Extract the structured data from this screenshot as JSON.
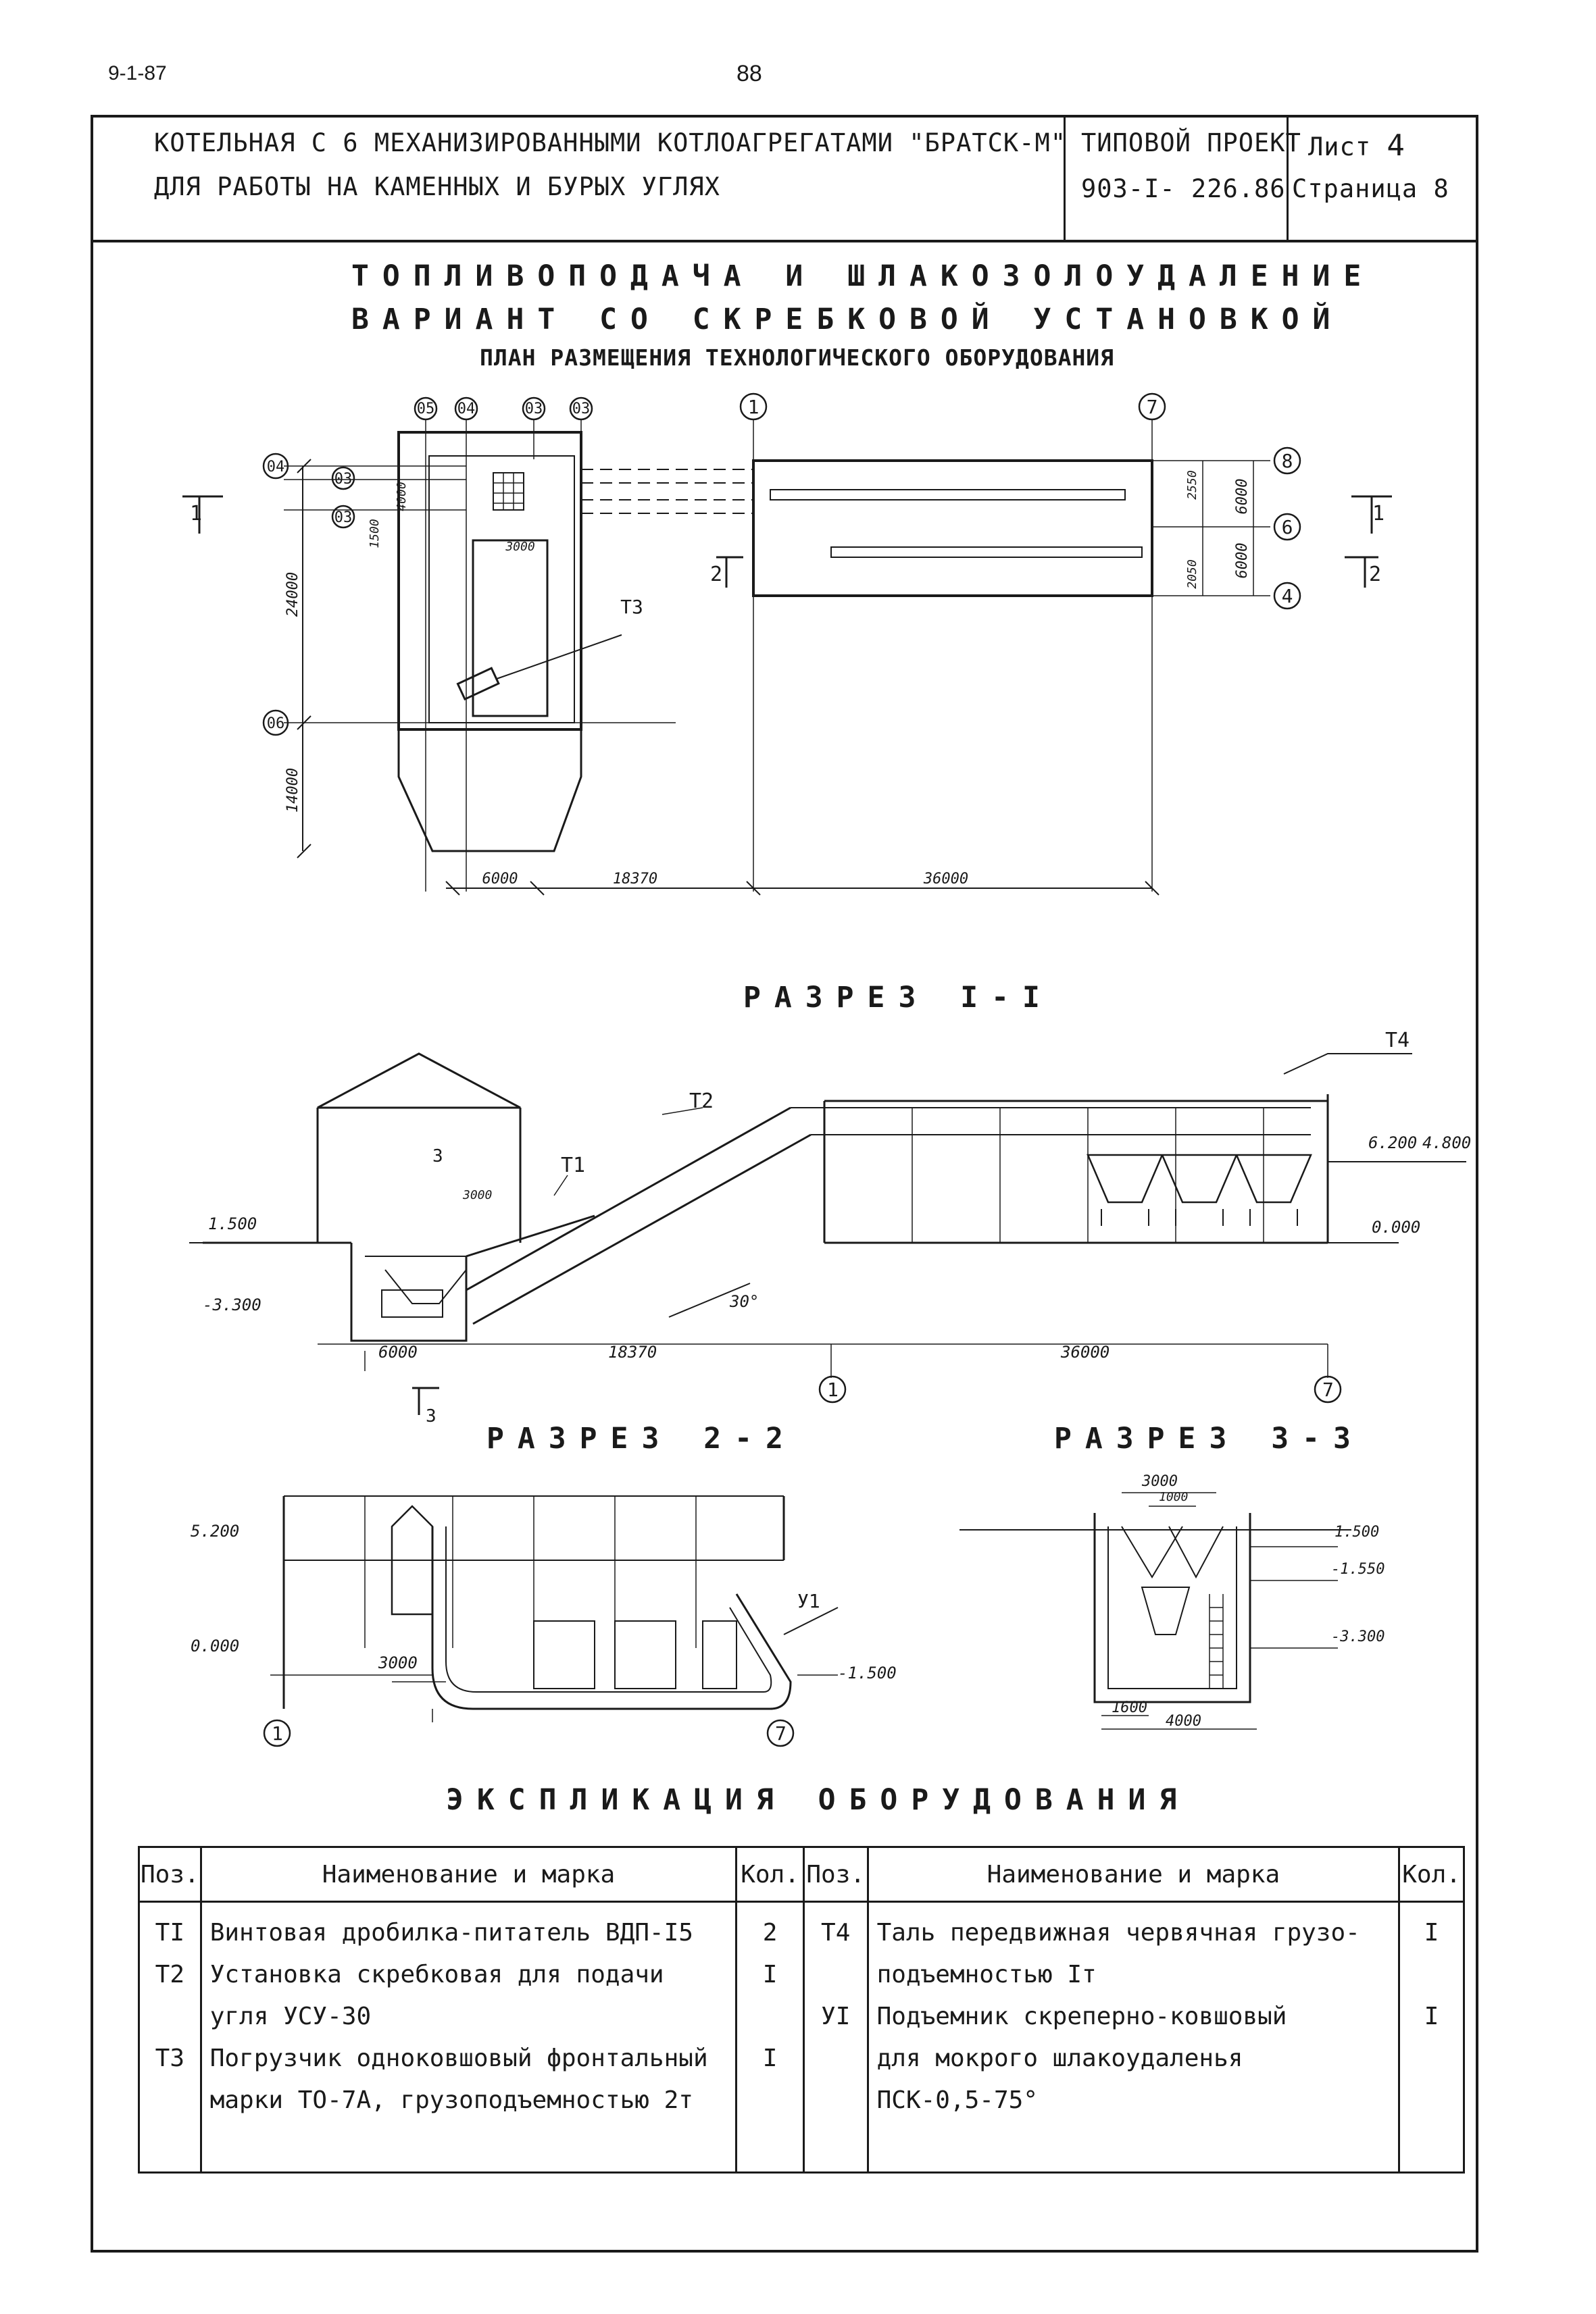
{
  "page": {
    "code": "9-1-87",
    "number": "88"
  },
  "header": {
    "title_line1": "КОТЕЛЬНАЯ С 6 МЕХАНИЗИРОВАННЫМИ КОТЛОАГРЕГАТАМИ \"БРАТСК-М\"",
    "title_line2": "ДЛЯ РАБОТЫ НА КАМЕННЫХ И БУРЫХ УГЛЯХ",
    "project_label": "ТИПОВОЙ ПРОЕКТ",
    "project_number": "903-I- 226.86",
    "sheet_label": "Лист",
    "sheet_number": "4",
    "page_label": "Страница 8"
  },
  "titles": {
    "line1": "ТОПЛИВОПОДАЧА И ШЛАКОЗОЛОУДАЛЕНИЕ",
    "line2": "ВАРИАНТ СО СКРЕБКОВОЙ УСТАНОВКОЙ",
    "line3": "ПЛАН РАЗМЕЩЕНИЯ ТЕХНОЛОГИЧЕСКОГО ОБОРУДОВАНИЯ",
    "section1": "РАЗРЕЗ I-I",
    "section2": "РАЗРЕЗ 2-2",
    "section3": "РАЗРЕЗ 3-3",
    "explication": "ЭКСПЛИКАЦИЯ ОБОРУДОВАНИЯ"
  },
  "plan": {
    "axes_top": [
      "05",
      "04",
      "03",
      "03",
      "1",
      "7"
    ],
    "axes_right": [
      "8",
      "6",
      "4"
    ],
    "axes_left": [
      "04",
      "03",
      "03",
      "06"
    ],
    "dims_horizontal": [
      "6000",
      "18370",
      "36000"
    ],
    "dims_vertical_left": [
      "24000",
      "14000",
      "1500",
      "4000"
    ],
    "dims_vertical_right": [
      "2550",
      "6000",
      "6000",
      "2050"
    ],
    "dim_inner": "3000",
    "label_t3": "Т3",
    "section_marks": [
      "1",
      "1",
      "2",
      "2"
    ]
  },
  "section1": {
    "labels": [
      "Т1",
      "Т2",
      "Т4"
    ],
    "elevations": [
      "1.500",
      "-3.300",
      "6.200",
      "4.800",
      "0.000"
    ],
    "dims": [
      "6000",
      "18370",
      "36000",
      "3000"
    ],
    "angle": "30°",
    "axes": [
      "1",
      "7"
    ],
    "cut_mark": "3"
  },
  "section2": {
    "elevations": [
      "5.200",
      "0.000",
      "-1.500"
    ],
    "dims": [
      "3000"
    ],
    "label_y1": "У1",
    "axes": [
      "1",
      "7"
    ]
  },
  "section3": {
    "elevations": [
      "1.500",
      "-1.550",
      "-3.300"
    ],
    "dims": [
      "3000",
      "1000",
      "1600",
      "4000"
    ]
  },
  "table": {
    "headers": [
      "Поз.",
      "Наименование и марка",
      "Кол.",
      "Поз.",
      "Наименование и марка",
      "Кол."
    ],
    "left_pos": [
      "ТI",
      "Т2",
      "",
      "Т3",
      ""
    ],
    "left_name": [
      "Винтовая дробилка-питатель ВДП-I5",
      "Установка скребковая для подачи",
      "угля УСУ-30",
      "Погрузчик одноковшовый фронтальный",
      "марки ТО-7А, грузоподъемностью 2т"
    ],
    "left_qty": [
      "2",
      "I",
      "",
      "I",
      ""
    ],
    "right_pos": [
      "Т4",
      "",
      "УI",
      "",
      ""
    ],
    "right_name": [
      "Таль передвижная червячная грузо-",
      "подъемностью Iт",
      "Подъемник скреперно-ковшовый",
      "для мокрого шлакоудаленья",
      "ПСК-0,5-75°"
    ],
    "right_qty": [
      "I",
      "",
      "I",
      "",
      ""
    ]
  }
}
